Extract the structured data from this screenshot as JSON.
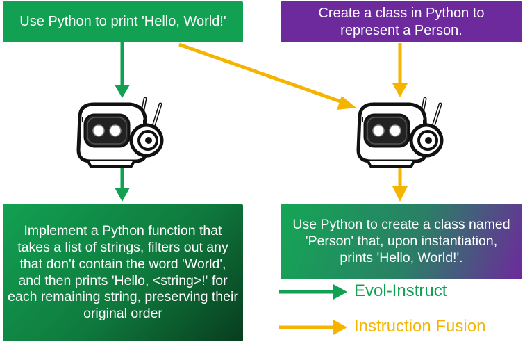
{
  "nodes": {
    "top_left": "Use Python to print 'Hello, World!'",
    "top_right": "Create a class in Python to represent a Person.",
    "bottom_left": "Implement a Python function that takes a list of strings, filters out any that don't contain the word 'World', and then prints 'Hello, <string>!' for each remaining string, preserving their original order",
    "bottom_right": "Use Python to create a class named 'Person' that, upon instantiation, prints 'Hello, World!'."
  },
  "legend": {
    "evol": "Evol-Instruct",
    "fusion": "Instruction Fusion"
  },
  "colors": {
    "green": "#12a153",
    "purple": "#6d2a9c",
    "yellow": "#f4b400"
  },
  "icons": {
    "robot": "robot-head-icon"
  }
}
